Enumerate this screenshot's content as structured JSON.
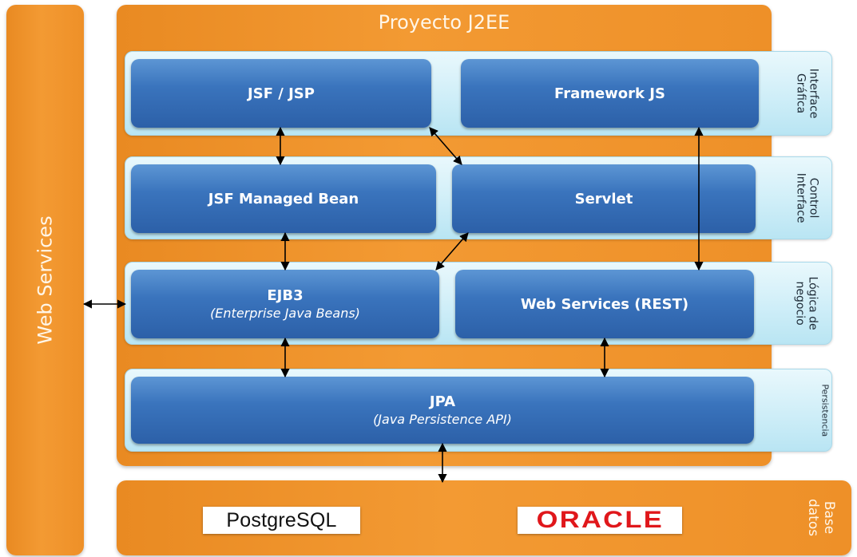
{
  "sidebar": {
    "label": "Web Services"
  },
  "project": {
    "title": "Proyecto J2EE"
  },
  "layers": {
    "ui": {
      "label_lines": [
        "Interface",
        "Gráfica"
      ],
      "left_box": {
        "main": "JSF / JSP"
      },
      "right_box": {
        "main": "Framework JS"
      }
    },
    "control": {
      "label_lines": [
        "Control",
        "Interface"
      ],
      "left_box": {
        "main": "JSF Managed Bean"
      },
      "right_box": {
        "main": "Servlet"
      }
    },
    "business": {
      "label_lines": [
        "Lógica de",
        "negocio"
      ],
      "left_box": {
        "main": "EJB3",
        "sub": "(Enterprise Java Beans)"
      },
      "right_box": {
        "main": "Web Services (REST)"
      }
    },
    "persistence": {
      "label_lines": [
        "Persistencia"
      ],
      "box": {
        "main": "JPA",
        "sub": "(Java Persistence API)"
      }
    }
  },
  "database": {
    "label_lines": [
      "Base",
      "datos"
    ],
    "logos": {
      "postgres": "PostgreSQL",
      "oracle": "ORACLE"
    }
  },
  "colors": {
    "orange": "#f39a33",
    "layer_cyan": "#cfeef8",
    "box_blue": "#3a74bd",
    "oracle_red": "#e0171b"
  },
  "icons": [
    "double-arrow-icon"
  ]
}
